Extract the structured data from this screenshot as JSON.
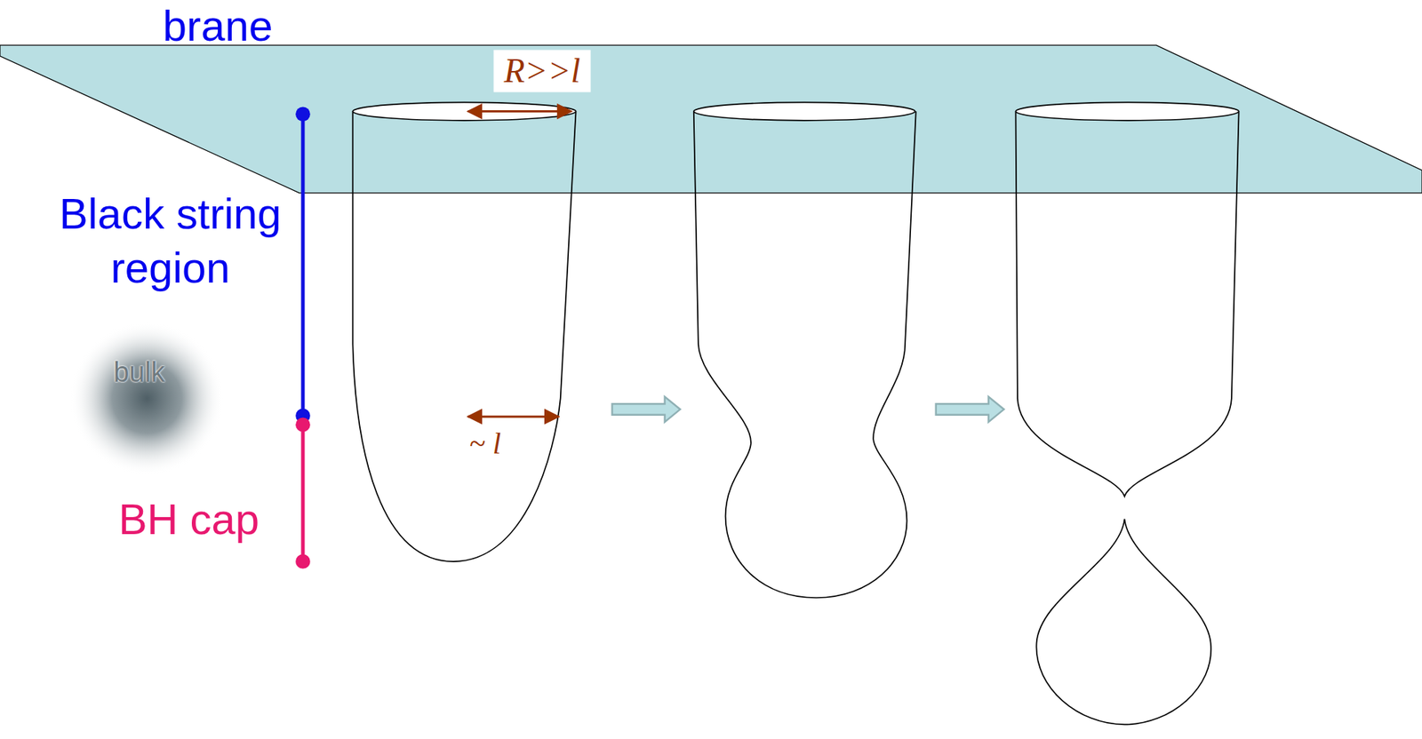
{
  "diagram": {
    "labels": [
      "brane",
      "R>>l",
      "Black string region",
      "bulk",
      "~ l",
      "BH cap"
    ]
  }
}
